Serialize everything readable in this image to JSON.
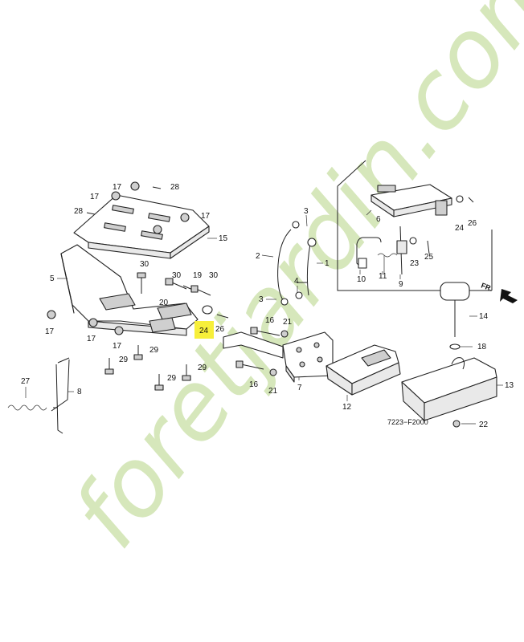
{
  "callouts": {
    "c1": "1",
    "c2": "2",
    "c3a": "3",
    "c3b": "3",
    "c4": "4",
    "c5": "5",
    "c6": "6",
    "c7": "7",
    "c8": "8",
    "c9": "9",
    "c10": "10",
    "c11": "11",
    "c12": "12",
    "c13": "13",
    "c14": "14",
    "c15": "15",
    "c16a": "16",
    "c16b": "16",
    "c17a": "17",
    "c17b": "17",
    "c17c": "17",
    "c17d": "17",
    "c17e": "17",
    "c17f": "17",
    "c18": "18",
    "c19": "19",
    "c20": "20",
    "c21a": "21",
    "c21b": "21",
    "c22": "22",
    "c23": "23",
    "c24a": "24",
    "c24b": "24",
    "c25": "25",
    "c26a": "26",
    "c26b": "26",
    "c27": "27",
    "c28a": "28",
    "c28b": "28",
    "c29a": "29",
    "c29b": "29",
    "c29c": "29",
    "c29d": "29",
    "c30a": "30",
    "c30b": "30",
    "c30c": "30"
  },
  "direction_label": "FR.",
  "diagram_code": "7223−F2000",
  "watermark": "foretjardin.com",
  "colors": {
    "highlight": "#f7ef3a",
    "watermark": "#c9dfa5",
    "watermark_accent": "#f2c9a2",
    "line": "#222222"
  }
}
